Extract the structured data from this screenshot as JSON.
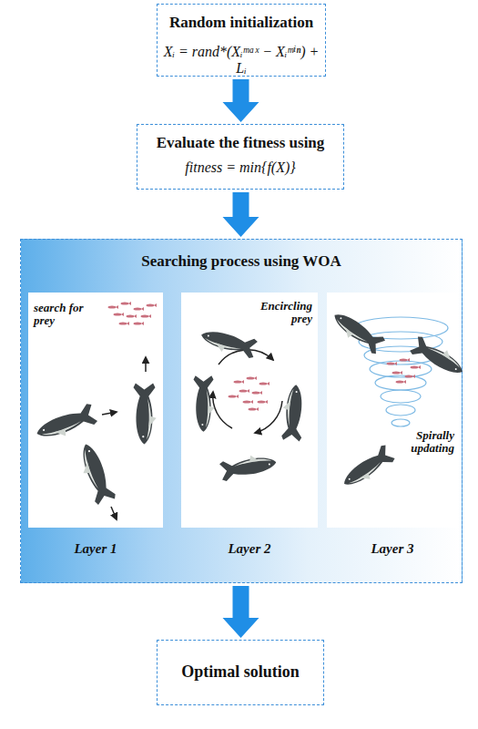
{
  "diagram": {
    "nodes": [
      {
        "text": [
          "Random initialization",
          "Xᵢ = rand*(Xᵢᵐᵃˣ − Xᵢᵐⁱⁿ) + Lᵢ"
        ]
      },
      {
        "text": [
          "Evaluate the fitness using",
          "fitness = min{f(X)}"
        ]
      },
      {
        "text": [
          "Searching process using WOA"
        ]
      },
      {
        "text": [
          "search for prey",
          "Layer 1"
        ],
        "in": 2
      },
      {
        "text": [
          "Encircling prey",
          "Layer 2"
        ],
        "in": 2
      },
      {
        "text": [
          "Spirally updating",
          "Layer 3"
        ],
        "in": 2
      },
      {
        "text": [
          "Optimal solution"
        ]
      }
    ],
    "edges": [
      {
        "from": 0,
        "to": 1,
        "arrow": "to"
      },
      {
        "from": 1,
        "to": 2,
        "arrow": "to"
      },
      {
        "from": 2,
        "to": 6,
        "arrow": "to"
      }
    ]
  }
}
